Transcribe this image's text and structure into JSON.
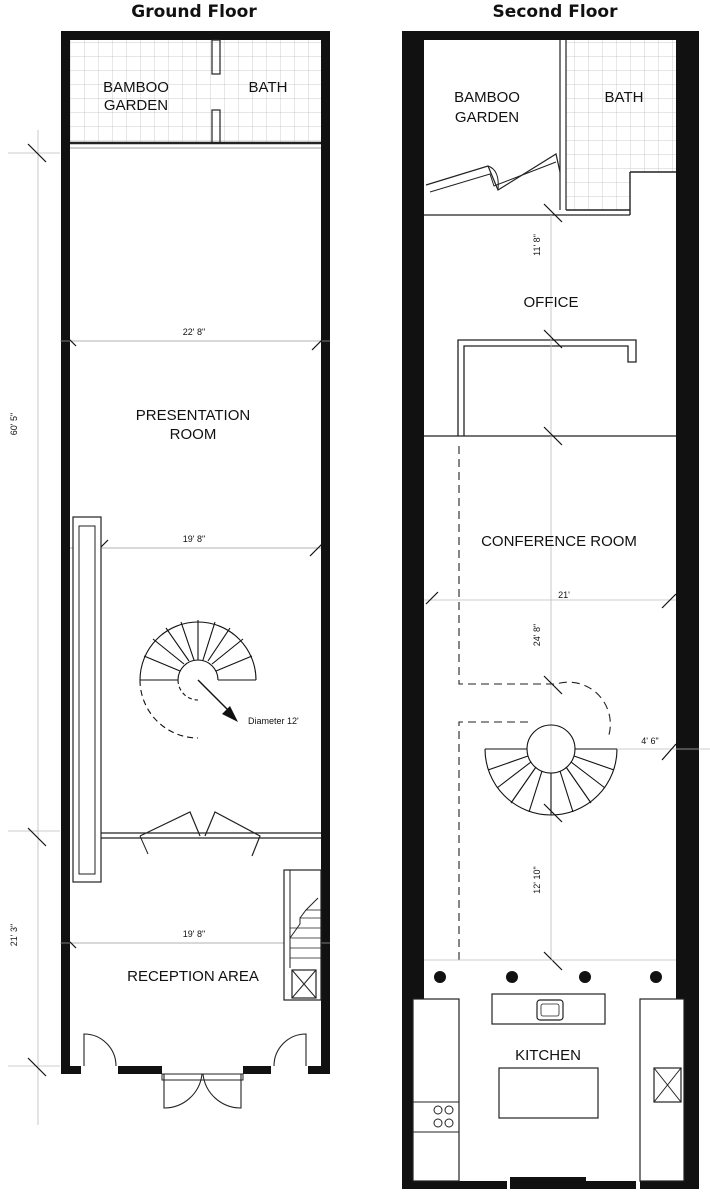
{
  "titles": {
    "ground": "Ground Floor",
    "second": "Second Floor"
  },
  "ground": {
    "rooms": {
      "bamboo_1": "BAMBOO",
      "bamboo_2": "GARDEN",
      "bath": "BATH",
      "presentation_1": "PRESENTATION",
      "presentation_2": "ROOM",
      "reception": "RECEPTION AREA"
    },
    "dims": {
      "width_top": "22' 8\"",
      "width_mid": "19' 8\"",
      "width_bottom": "19' 8\"",
      "length_main": "60' 5\"",
      "length_front": "21' 3\"",
      "stair_diameter": "Diameter 12'"
    }
  },
  "second": {
    "rooms": {
      "bamboo_1": "BAMBOO",
      "bamboo_2": "GARDEN",
      "bath": "BATH",
      "office": "OFFICE",
      "conference": "CONFERENCE ROOM",
      "kitchen": "KITCHEN"
    },
    "dims": {
      "office_depth": "11' 8\"",
      "width": "21'",
      "conference_depth": "24' 8\"",
      "stair_width": "4' 6\"",
      "lower_depth": "12' 10\""
    }
  }
}
